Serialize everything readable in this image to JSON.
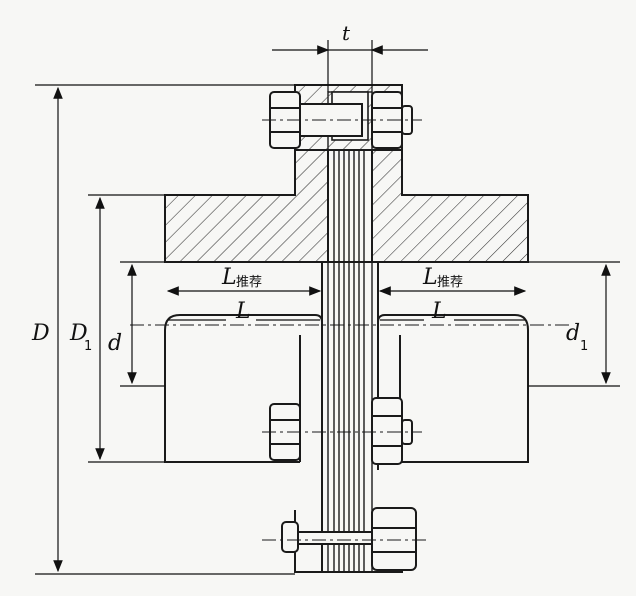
{
  "labels": {
    "t": "t",
    "D": "D",
    "D1_main": "D",
    "D1_sub": "1",
    "d": "d",
    "d1_main": "d",
    "d1_sub": "1",
    "L_left": "L",
    "L_right": "L",
    "L_rec_left_main": "L",
    "L_rec_left_sub": "推荐",
    "L_rec_right_main": "L",
    "L_rec_right_sub": "推荐"
  },
  "colors": {
    "line": "#1a1a1a",
    "hatch": "#333333",
    "background": "#f7f7f5"
  }
}
